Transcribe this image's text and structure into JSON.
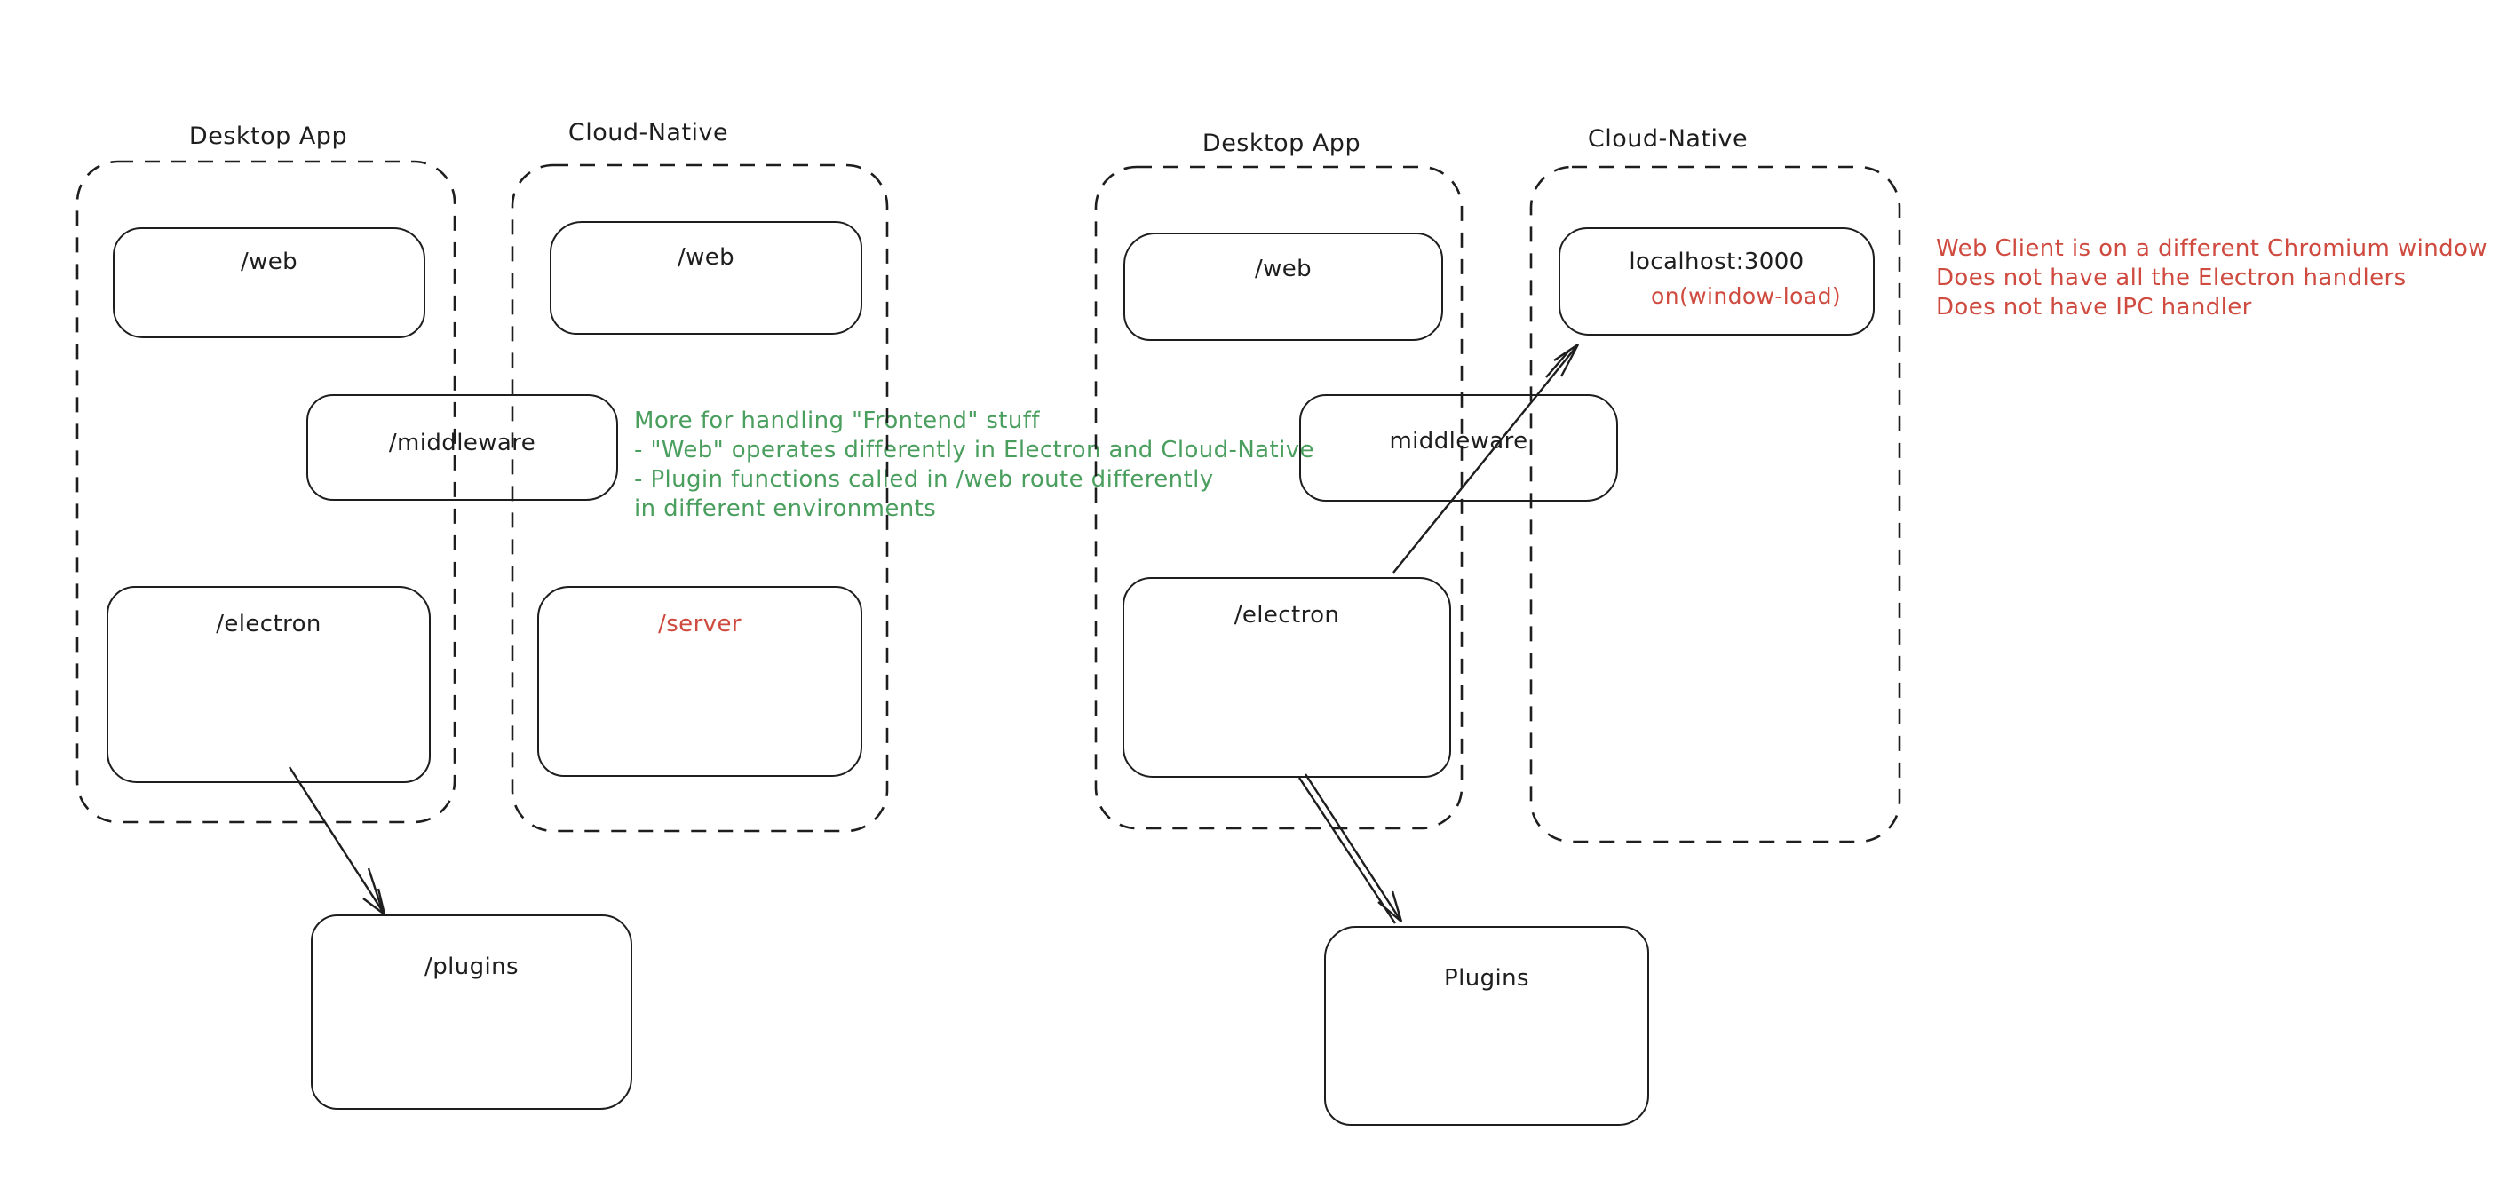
{
  "colors": {
    "stroke": "#1e1e1e",
    "green": "#4a9e5e",
    "red": "#cf4a3f",
    "background": "#ffffff"
  },
  "left": {
    "desktop": {
      "title": "Desktop App",
      "web_label": "/web",
      "electron_label": "/electron"
    },
    "cloud": {
      "title": "Cloud-Native",
      "web_label": "/web",
      "server_label": "/server"
    },
    "middleware_label": "/middleware",
    "plugins_label": "/plugins",
    "note_lines": [
      "More for handling \"Frontend\" stuff",
      "- \"Web\" operates differently in Electron and Cloud-Native",
      "- Plugin functions called in /web route differently",
      "in different environments"
    ]
  },
  "right": {
    "desktop": {
      "title": "Desktop App",
      "web_label": "/web",
      "electron_label": "/electron"
    },
    "cloud": {
      "title": "Cloud-Native"
    },
    "localhost": {
      "title": "localhost:3000",
      "event_label": "on(window-load)"
    },
    "middleware_label": "middleware",
    "plugins_label": "Plugins",
    "note_lines": [
      "Web Client is on a different Chromium window",
      "Does not have all the Electron handlers",
      "Does not have IPC handler"
    ]
  }
}
